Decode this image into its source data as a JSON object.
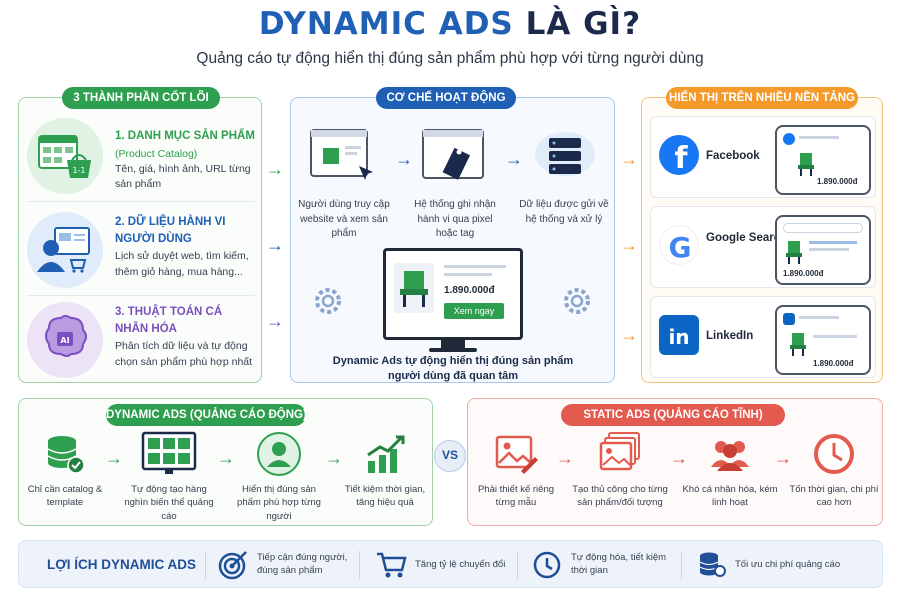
{
  "header": {
    "title_main": "DYNAMIC ADS",
    "title_suffix": "LÀ GÌ?",
    "subtitle": "Quảng cáo tự động hiển thị đúng sản phẩm phù hợp với từng người dùng"
  },
  "colors": {
    "green": "#2e9e4f",
    "blue": "#1f5fb4",
    "orange": "#f39a2b",
    "red": "#e35a4f",
    "navy": "#1b2a4a"
  },
  "components": {
    "title": "3 THÀNH PHẦN CỐT LÕI",
    "items": [
      {
        "heading": "1. DANH MỤC SẢN PHẨM",
        "sub": "(Product Catalog)",
        "desc": "Tên, giá, hình ảnh, URL từng sản phẩm",
        "icon": "catalog-icon"
      },
      {
        "heading": "2. DỮ LIỆU HÀNH VI NGƯỜI DÙNG",
        "desc": "Lịch sử duyệt web, tìm kiếm, thêm giỏ hàng, mua hàng...",
        "icon": "user-behavior-icon"
      },
      {
        "heading": "3. THUẬT TOÁN CÁ NHÂN HÓA",
        "desc": "Phân tích dữ liệu và tự động chọn sản phẩm phù hợp nhất",
        "icon": "ai-brain-icon"
      }
    ]
  },
  "mechanism": {
    "title": "CƠ CHẾ HOẠT ĐỘNG",
    "steps": [
      {
        "text": "Người dùng truy cập website và xem sản phẩm",
        "icon": "browser-icon"
      },
      {
        "text": "Hệ thống ghi nhận hành vi qua pixel hoặc tag",
        "icon": "tag-icon"
      },
      {
        "text": "Dữ liệu được gửi về hệ thống và xử lý",
        "icon": "server-icon"
      }
    ],
    "ad_price": "1.890.000đ",
    "ad_button": "Xem ngay",
    "caption": "Dynamic Ads tự động hiển thị đúng sản phẩm người dùng đã quan tâm"
  },
  "platforms": {
    "title": "HIỂN THỊ TRÊN NHIỀU NỀN TẢNG",
    "items": [
      {
        "name": "Facebook",
        "price": "1.890.000đ",
        "icon": "facebook-icon"
      },
      {
        "name": "Google Search",
        "price": "1.890.000đ",
        "icon": "google-icon"
      },
      {
        "name": "LinkedIn",
        "price": "1.890.000đ",
        "icon": "linkedin-icon"
      }
    ]
  },
  "dynamic": {
    "title": "DYNAMIC ADS (QUẢNG CÁO ĐỘNG)",
    "steps": [
      {
        "text": "Chỉ cần catalog & template",
        "icon": "database-check-icon"
      },
      {
        "text": "Tự động tạo hàng nghìn biến thể quảng cáo",
        "icon": "grid-monitor-icon"
      },
      {
        "text": "Hiển thị đúng sản phẩm phù hợp từng người",
        "icon": "user-target-icon"
      },
      {
        "text": "Tiết kiệm thời gian, tăng hiệu quả",
        "icon": "growth-chart-icon"
      }
    ]
  },
  "vs": "VS",
  "static": {
    "title": "STATIC ADS (QUẢNG CÁO TĨNH)",
    "steps": [
      {
        "text": "Phải thiết kế riêng từng mẫu",
        "icon": "image-edit-icon"
      },
      {
        "text": "Tạo thủ công cho từng sản phẩm/đối tượng",
        "icon": "image-stack-icon"
      },
      {
        "text": "Khó cá nhân hóa, kém linh hoạt",
        "icon": "users-icon"
      },
      {
        "text": "Tốn thời gian, chi phí cao hơn",
        "icon": "clock-icon"
      }
    ]
  },
  "benefits": {
    "title": "LỢI ÍCH DYNAMIC ADS",
    "items": [
      {
        "text": "Tiếp cận đúng người, đúng sản phẩm",
        "icon": "target-icon"
      },
      {
        "text": "Tăng tỷ lệ chuyển đổi",
        "icon": "cart-icon"
      },
      {
        "text": "Tự động hóa, tiết kiệm thời gian",
        "icon": "clock-icon"
      },
      {
        "text": "Tối ưu chi phí quảng cáo",
        "icon": "coins-icon"
      }
    ]
  }
}
